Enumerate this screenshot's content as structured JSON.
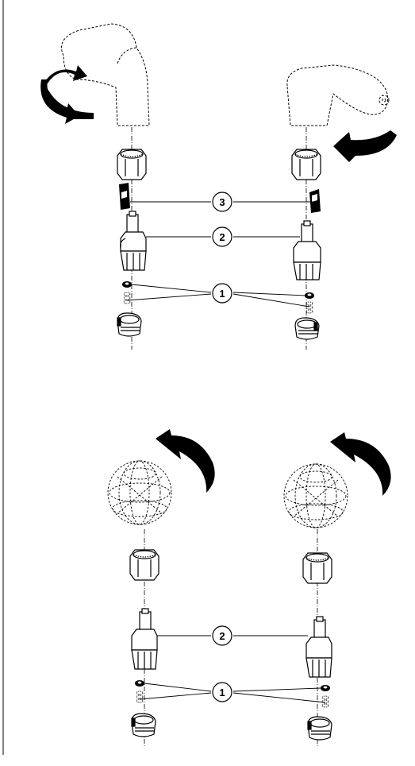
{
  "callouts": {
    "one": "1",
    "two": "2",
    "three": "3"
  },
  "colors": {
    "ink": "#000000",
    "paper": "#ffffff",
    "part_fill": "#f2f2f2"
  },
  "icons": [
    "rotate-arrow-icon",
    "lever-handle-icon",
    "knob-handle-icon",
    "hex-nut-icon",
    "cartridge-icon",
    "washer-icon",
    "spring-icon",
    "seat-icon",
    "clip-icon"
  ]
}
